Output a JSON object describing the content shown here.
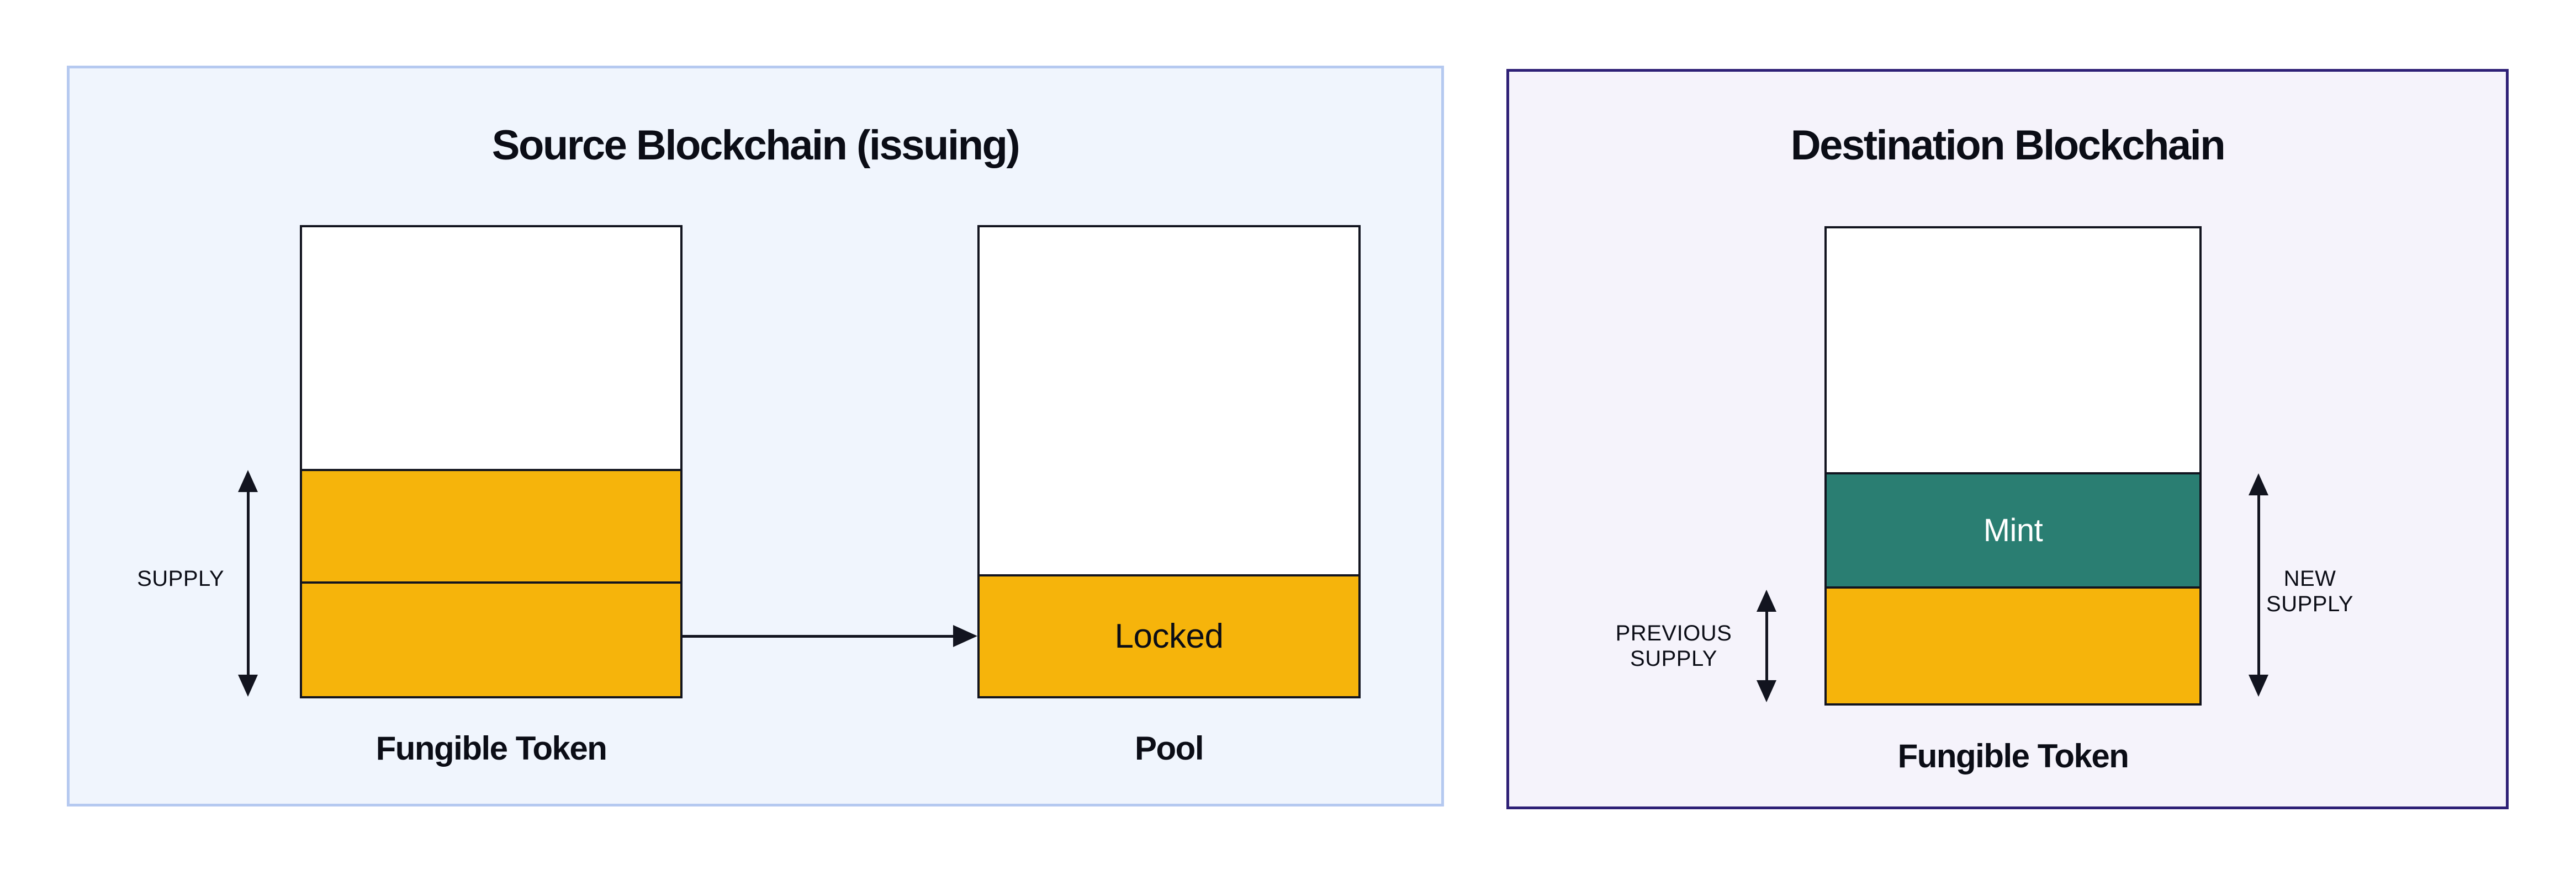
{
  "colors": {
    "page_bg": "#ffffff",
    "ink": "#12141f",
    "text": "#0b0d16",
    "token_yellow": "#f6b40b",
    "mint_teal": "#2a7e72",
    "mint_text": "#ffffff",
    "box_fill": "#ffffff",
    "left_panel_bg": "#f0f5fd",
    "left_panel_border": "#b5c9f0",
    "right_panel_bg": "#f5f3fb",
    "right_panel_border": "#2e2076"
  },
  "left_panel": {
    "title": "Source Blockchain (issuing)",
    "supply_label": "SUPPLY",
    "token_box_caption": "Fungible Token",
    "pool_box_caption": "Pool",
    "locked_label": "Locked"
  },
  "right_panel": {
    "title": "Destination Blockchain",
    "previous_supply_lines": [
      "PREVIOUS",
      "SUPPLY"
    ],
    "new_supply_lines": [
      "NEW",
      "SUPPLY"
    ],
    "token_box_caption": "Fungible Token",
    "mint_label": "Mint"
  }
}
